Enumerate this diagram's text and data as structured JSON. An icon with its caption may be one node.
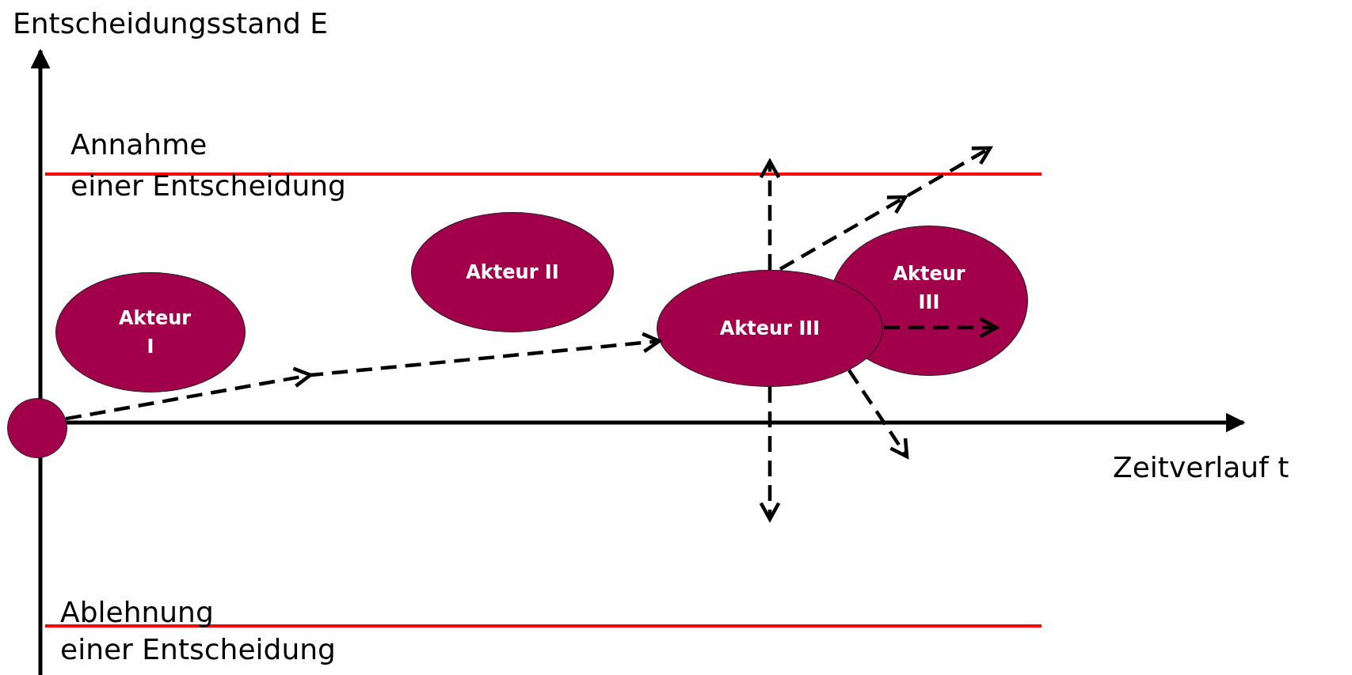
{
  "diagram": {
    "nodes": [
      {
        "text": [
          "Akteur I"
        ]
      },
      {
        "text": [
          "Akteur II"
        ]
      },
      {
        "text": [
          "Akteur III"
        ]
      },
      {
        "text": [
          "Akteur III"
        ]
      },
      {
        "text": [],
        "shape": "circle"
      }
    ],
    "edges": [
      {
        "from": 4,
        "to": 2,
        "arrow": "to",
        "style": "dashed"
      },
      {
        "from": 2,
        "to": null,
        "arrow": "to",
        "style": "dashed"
      },
      {
        "from": 2,
        "to": null,
        "arrow": "to",
        "style": "dashed"
      },
      {
        "from": 2,
        "to": null,
        "arrow": "to",
        "style": "dashed"
      },
      {
        "from": 2,
        "to": 3,
        "arrow": "to",
        "style": "dashed"
      },
      {
        "from": 2,
        "to": null,
        "arrow": "to",
        "style": "dashed"
      }
    ],
    "labels": [
      "Entscheidungsstand E",
      "Annahme einer Entscheidung",
      "Zeitverlauf t",
      "Ablehnung einer Entscheidung"
    ]
  }
}
